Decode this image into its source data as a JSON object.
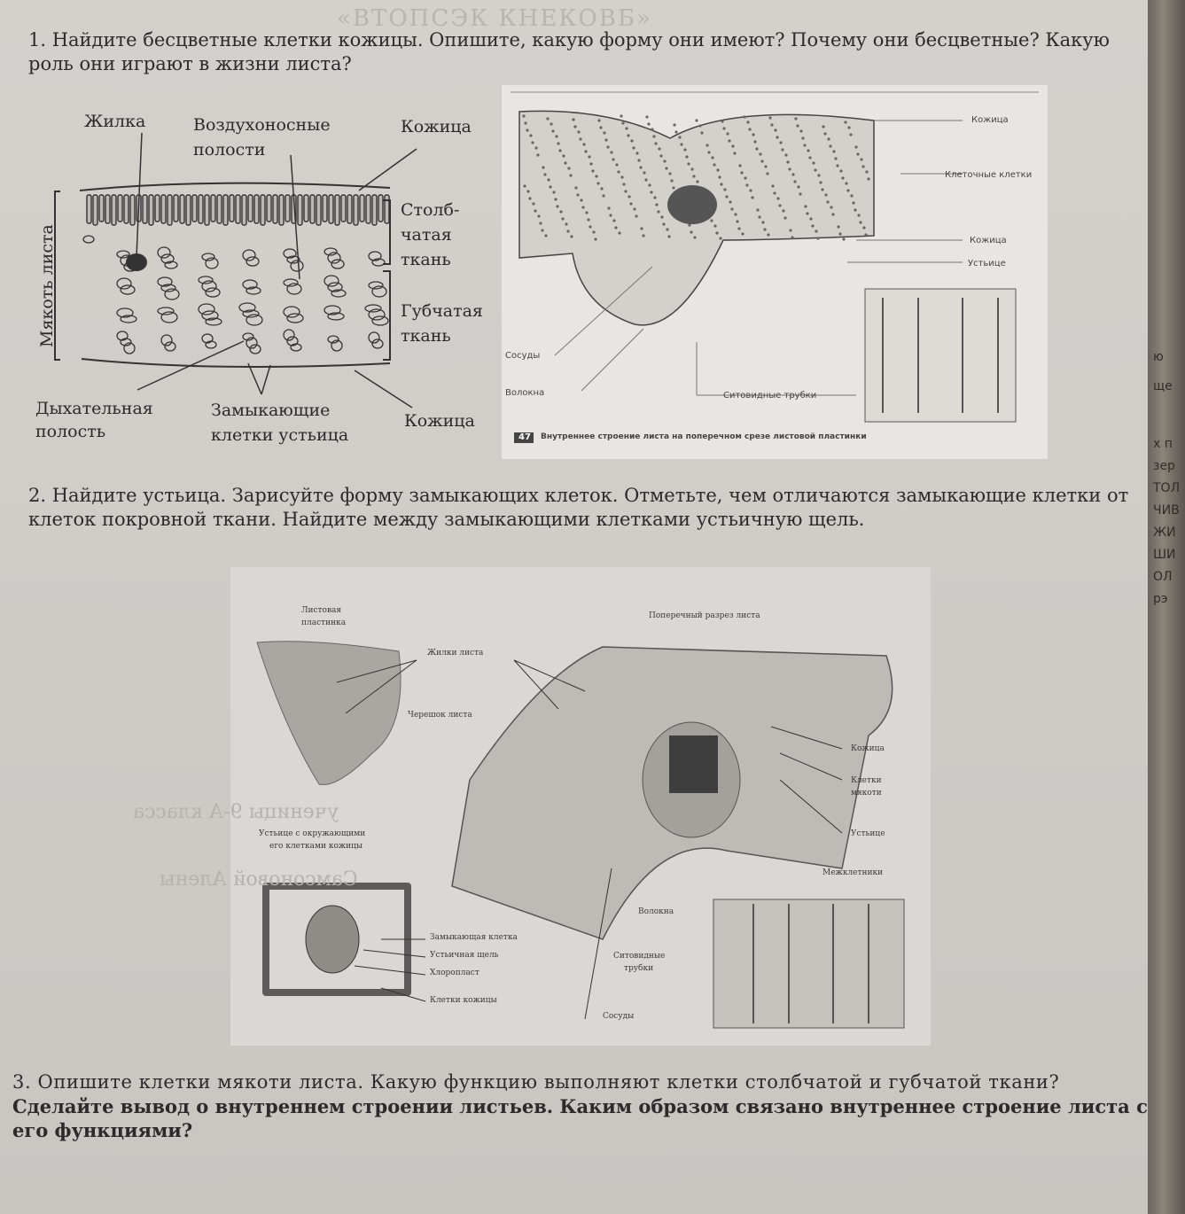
{
  "watermark": "«ВТОПСЭК КНЕКОВБ»",
  "q1": {
    "text_line1": "1. Найдите бесцветные клетки кожицы. Опишите, какую форму они имеют? Почему они бесцветные? Какую",
    "text_line2": "роль они играют в жизни листа?"
  },
  "fig1": {
    "labels": {
      "vein": "Жилка",
      "air_cavities_1": "Воздухоносные",
      "air_cavities_2": "полости",
      "skin_top": "Кожица",
      "columnar_1": "Столб-",
      "columnar_2": "чатая",
      "columnar_3": "ткань",
      "spongy_1": "Губчатая",
      "spongy_2": "ткань",
      "leaf_pulp": "Мякоть листа",
      "breathing_1": "Дыхательная",
      "breathing_2": "полость",
      "guard_1": "Замыкающие",
      "guard_2": "клетки устьица",
      "skin_bottom": "Кожица"
    }
  },
  "fig2": {
    "labels": {
      "skin": "Кожица",
      "cells": "Клеточные клетки",
      "skin2": "Кожица",
      "stomata": "Устьице",
      "vessels": "Сосуды",
      "fibers": "Волокна",
      "sieve": "Ситовидные трубки"
    },
    "caption_num": "47",
    "caption": "Внутреннее строение листа на поперечном срезе листовой пластинки"
  },
  "q2": {
    "text_line1": "2. Найдите устьица. Зарисуйте форму замыкающих клеток. Отметьте, чем отличаются замыкающие клетки от",
    "text_line2": "клеток покровной ткани. Найдите между замыкающими клетками устьичную щель."
  },
  "fig3": {
    "labels": {
      "blade_1": "Листовая",
      "blade_2": "пластинка",
      "veins": "Жилки листа",
      "petiole": "Черешок листа",
      "cross_section": "Поперечный разрез листа",
      "skin": "Кожица",
      "pulp_1": "Клетки",
      "pulp_2": "мякоти",
      "stoma": "Устьице",
      "intercell": "Межклетники",
      "stoma_cells_1": "Устьице с окружающими",
      "stoma_cells_2": "его клетками кожицы",
      "guard_cell": "Замыкающая клетка",
      "slit": "Устьичная щель",
      "chloroplast": "Хлоропласт",
      "skin_cell": "Клетки кожицы",
      "fibers": "Волокна",
      "sieve_1": "Ситовидные",
      "sieve_2": "трубки",
      "vessels": "Сосуды"
    },
    "watermark_1": "ученицы 9-А класса",
    "watermark_2": "Самсоновой Алены"
  },
  "q3": {
    "text_line1": "3. Опишите клетки мякоти листа. Какую функцию выполняют клетки столбчатой и губчатой ткани?",
    "text_line2": "Сделайте вывод о внутреннем строении листьев. Каким образом связано внутреннее строение листа с",
    "text_line3": "его функциями?"
  },
  "book_edge": [
    "ю",
    "ще",
    "х п",
    "зер",
    "ТОЛ",
    "ЧИВ",
    "ЖИ",
    "ШИ",
    "ОЛ",
    "рэ"
  ]
}
